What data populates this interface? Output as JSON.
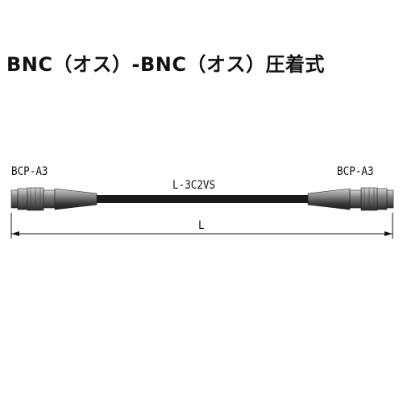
{
  "title": "BNC（オス）-BNC（オス）圧着式",
  "connector_left": {
    "label": "BCP-A3"
  },
  "connector_right": {
    "label": "BCP-A3"
  },
  "cable": {
    "label": "L-3C2VS",
    "color": "#1a1a1a"
  },
  "dimension": {
    "label": "L"
  }
}
